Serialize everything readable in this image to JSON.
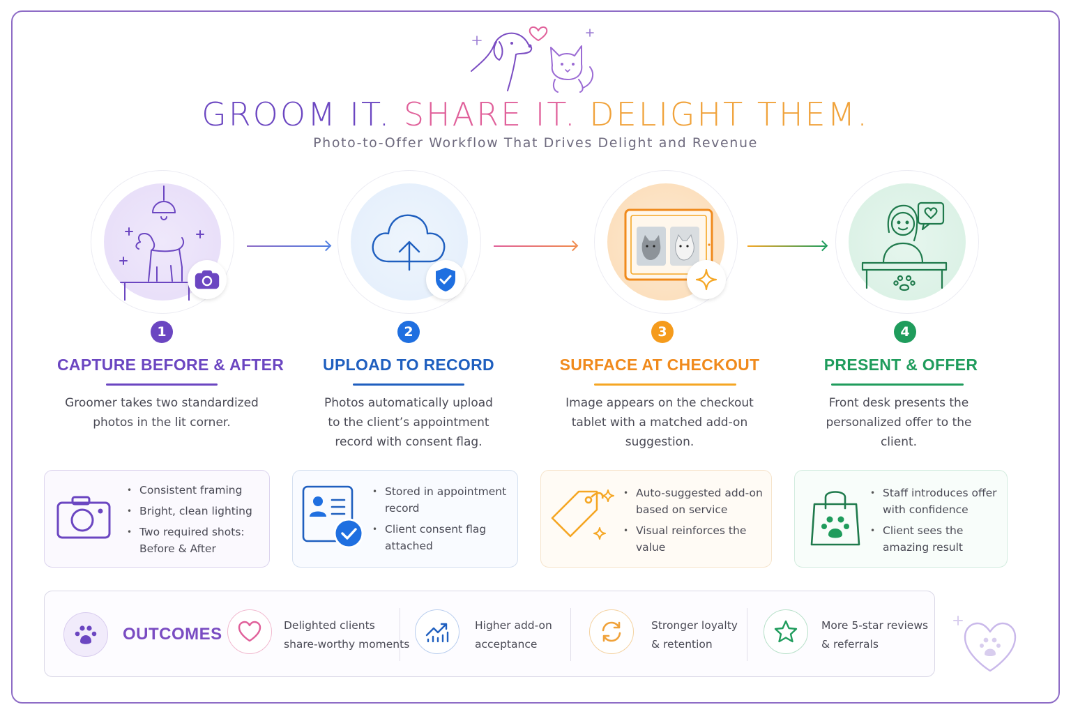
{
  "header": {
    "title_part1": "GROOM IT.",
    "title_part2": "SHARE IT.",
    "title_part3": "DELIGHT THEM.",
    "subtitle": "Photo-to-Offer Workflow That Drives Delight and Revenue",
    "colors": {
      "part1": "#6b46c1",
      "part2": "#e0609a",
      "part3": "#f0a23a"
    }
  },
  "steps": [
    {
      "number": "1",
      "title": "CAPTURE BEFORE & AFTER",
      "description": "Groomer takes two standardized photos in the lit corner.",
      "color": "#6b46c1",
      "icon": "dog-on-table-icon",
      "badge_icon": "camera-icon",
      "details": [
        "Consistent framing",
        "Bright, clean lighting",
        "Two required shots: Before & After"
      ]
    },
    {
      "number": "2",
      "title": "UPLOAD TO RECORD",
      "description": "Photos automatically upload to the client’s appointment record with consent flag.",
      "color": "#1f5fbf",
      "icon": "cloud-upload-icon",
      "badge_icon": "shield-check-icon",
      "details": [
        "Stored in appointment record",
        "Client consent flag attached"
      ]
    },
    {
      "number": "3",
      "title": "SURFACE AT CHECKOUT",
      "description": "Image appears on the checkout tablet with a matched add-on suggestion.",
      "color": "#f08a1c",
      "icon": "tablet-photos-icon",
      "badge_icon": "sparkle-icon",
      "details": [
        "Auto-suggested add-on based on service",
        "Visual reinforces the value"
      ]
    },
    {
      "number": "4",
      "title": "PRESENT & OFFER",
      "description": "Front desk presents the personalized offer to the client.",
      "color": "#1f9c5c",
      "icon": "front-desk-staff-icon",
      "badge_icon": "heart-speech-icon",
      "details": [
        "Staff introduces offer with confidence",
        "Client sees the amazing result"
      ]
    }
  ],
  "outcomes": {
    "label": "OUTCOMES",
    "items": [
      {
        "line1": "Delighted clients",
        "line2": "share-worthy moments",
        "icon": "heart-icon",
        "color": "#e0609a"
      },
      {
        "line1": "Higher add-on",
        "line2": "acceptance",
        "icon": "growth-chart-icon",
        "color": "#1f5fbf"
      },
      {
        "line1": "Stronger loyalty",
        "line2": "& retention",
        "icon": "refresh-icon",
        "color": "#f0a23a"
      },
      {
        "line1": "More 5-star reviews",
        "line2": "& referrals",
        "icon": "star-icon",
        "color": "#1f9c5c"
      }
    ]
  }
}
